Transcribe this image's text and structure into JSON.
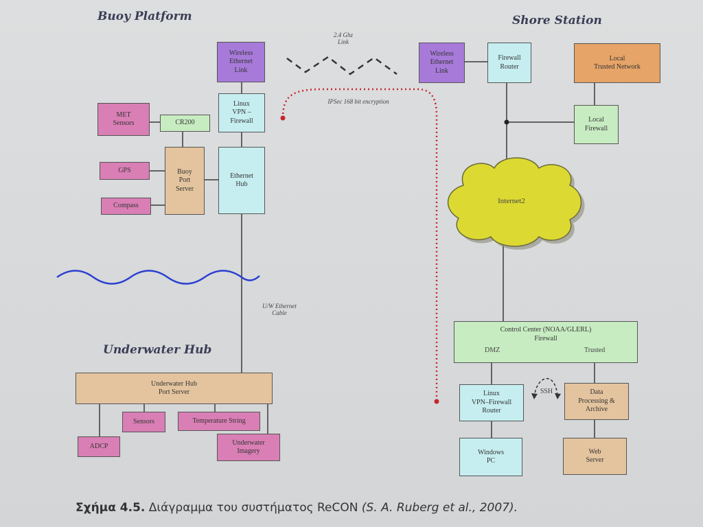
{
  "sections": {
    "buoy_platform": "Buoy Platform",
    "shore_station": "Shore Station",
    "underwater_hub": "Underwater Hub"
  },
  "annotations": {
    "link": "2.4 Ghz\nLink",
    "ipsec": "IPSec 168 bit encryption",
    "uw_cable": "U/W Ethernet\nCable",
    "ssh": "SSH"
  },
  "nodes": {
    "buoy_wireless": "Wireless\nEthernet\nLink",
    "buoy_linux_vpn": "Linux\nVPN –\nFirewall",
    "met_sensors": "MET\nSensors",
    "cr200": "CR200",
    "gps": "GPS",
    "compass": "Compass",
    "buoy_port_server": "Buoy\nPort\nServer",
    "ethernet_hub": "Ethernet\nHub",
    "shore_wireless": "Wireless\nEthernet\nLink",
    "firewall_router": "Firewall\nRouter",
    "local_trusted_network": "Local\nTrusted Network",
    "local_firewall": "Local\nFirewall",
    "internet2": "Internet2",
    "control_center": "Control Center (NOAA/GLERL)\nFirewall",
    "dmz": "DMZ",
    "trusted": "Trusted",
    "shore_linux_vpn": "Linux\nVPN–Firewall\nRouter",
    "data_processing": "Data\nProcessing &\nArchive",
    "windows_pc": "Windows\nPC",
    "web_server": "Web\nServer",
    "uw_hub_port_server": "Underwater Hub\nPort Server",
    "sensors": "Sensors",
    "temperature_string": "Temperature String",
    "adcp": "ADCP",
    "underwater_imagery": "Underwater\nImagery"
  },
  "caption": {
    "label": "Σχήμα 4.5.",
    "text": " Διάγραμμα του συστήματος ReCON ",
    "citation": "(S. A. Ruberg et al., 2007)."
  },
  "colors": {
    "wireless": "#a77ad9",
    "network": "#c6eef0",
    "sensor": "#d97fb5",
    "firewall": "#c8ecc2",
    "server": "#e4c49e",
    "trusted_network": "#e6a468",
    "cloud": "#dcd932",
    "water_line": "#2b3fd0",
    "encrypted_link": "#c8242a"
  }
}
